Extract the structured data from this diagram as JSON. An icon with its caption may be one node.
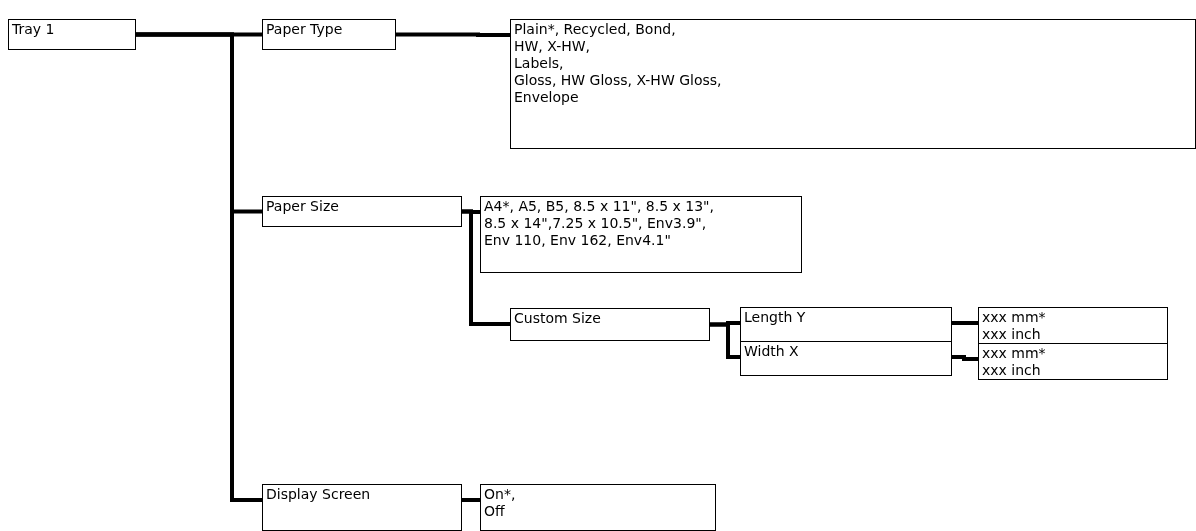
{
  "diagram": {
    "nodes": [
      {
        "text": [
          "Tray 1"
        ]
      },
      {
        "text": [
          "Paper Type"
        ]
      },
      {
        "text": [
          "Plain*, Recycled, Bond,",
          "HW, X-HW,",
          "Labels,",
          "Gloss, HW Gloss, X-HW Gloss,",
          "Envelope"
        ]
      },
      {
        "text": [
          "Paper Size"
        ]
      },
      {
        "text": [
          "A4*, A5, B5, 8.5 x 11\", 8.5 x 13\",",
          "8.5 x 14\",7.25 x 10.5\", Env3.9\",",
          "Env 110, Env 162, Env4.1\""
        ]
      },
      {
        "text": [
          "Custom Size"
        ]
      },
      {
        "text": [
          "Length Y"
        ]
      },
      {
        "text": [
          "xxx mm*",
          "xxx inch"
        ]
      },
      {
        "text": [
          "Width X"
        ]
      },
      {
        "text": [
          "xxx mm*",
          "xxx inch"
        ]
      },
      {
        "text": [
          "Display Screen"
        ]
      },
      {
        "text": [
          "On*,",
          "Off"
        ]
      }
    ],
    "edges": [
      {
        "from": 0,
        "to": 1,
        "arrow": "none"
      },
      {
        "from": 0,
        "to": 3,
        "arrow": "none"
      },
      {
        "from": 0,
        "to": 10,
        "arrow": "none"
      },
      {
        "from": 1,
        "to": 2,
        "arrow": "none"
      },
      {
        "from": 3,
        "to": 4,
        "arrow": "none"
      },
      {
        "from": 3,
        "to": 5,
        "arrow": "none"
      },
      {
        "from": 5,
        "to": 6,
        "arrow": "none"
      },
      {
        "from": 5,
        "to": 8,
        "arrow": "none"
      },
      {
        "from": 6,
        "to": 7,
        "arrow": "none"
      },
      {
        "from": 8,
        "to": 9,
        "arrow": "none"
      },
      {
        "from": 10,
        "to": 11,
        "arrow": "none"
      }
    ]
  }
}
